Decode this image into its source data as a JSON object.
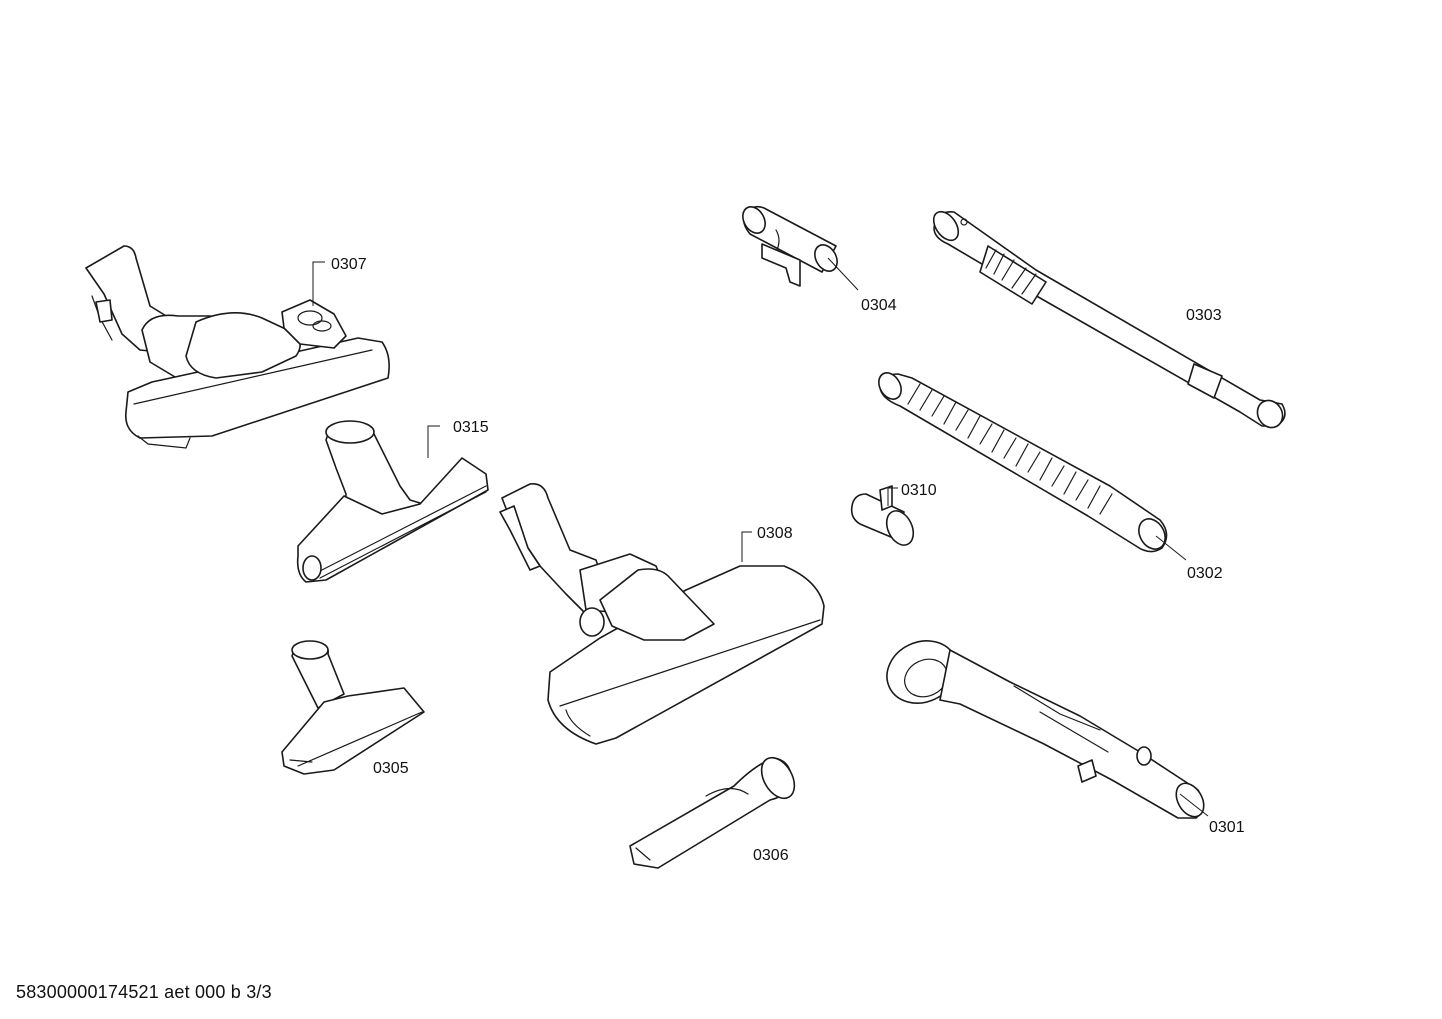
{
  "diagram": {
    "parts": [
      {
        "id": "p0307",
        "label": "0307"
      },
      {
        "id": "p0315",
        "label": "0315"
      },
      {
        "id": "p0308",
        "label": "0308"
      },
      {
        "id": "p0305",
        "label": "0305"
      },
      {
        "id": "p0306",
        "label": "0306"
      },
      {
        "id": "p0304",
        "label": "0304"
      },
      {
        "id": "p0303",
        "label": "0303"
      },
      {
        "id": "p0310",
        "label": "0310"
      },
      {
        "id": "p0302",
        "label": "0302"
      },
      {
        "id": "p0301",
        "label": "0301"
      }
    ]
  },
  "footer": {
    "document_code": "58300000174521 aet 000 b 3/3"
  }
}
